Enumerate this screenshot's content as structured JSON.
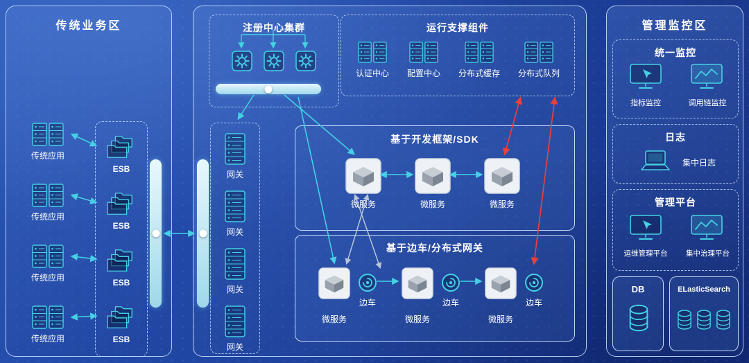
{
  "diagram": {
    "left": {
      "title": "传统业务区",
      "apps": [
        "传统应用",
        "传统应用",
        "传统应用",
        "传统应用"
      ],
      "esb": [
        "ESB",
        "ESB",
        "ESB",
        "ESB"
      ]
    },
    "center": {
      "registry_title": "注册中心集群",
      "support_title": "运行支撑组件",
      "support_items": [
        "认证中心",
        "配置中心",
        "分布式缓存",
        "分布式队列"
      ],
      "gateways": [
        "网关",
        "网关",
        "网关",
        "网关"
      ],
      "sdk_title": "基于开发框架/SDK",
      "sdk_services": [
        "微服务",
        "微服务",
        "微服务"
      ],
      "sidecar_title": "基于边车/分布式网关",
      "sidecar_services": [
        "微服务",
        "微服务",
        "微服务"
      ],
      "sidecar_labels": [
        "边车",
        "边车",
        "边车"
      ]
    },
    "right": {
      "title": "管理监控区",
      "monitor_title": "统一监控",
      "monitor_items": [
        "指标监控",
        "调用链监控"
      ],
      "log_title": "日志",
      "log_item": "集中日志",
      "platform_title": "管理平台",
      "platform_items": [
        "运维管理平台",
        "集中治理平台"
      ],
      "db_label": "DB",
      "es_label": "ELasticSearch"
    },
    "icons": {
      "traditional_app": "server-rack-icon",
      "esb": "folder-stack-icon",
      "registry_node": "gear-icon",
      "support_item": "server-rack-icon",
      "gateway": "gateway-server-icon",
      "microservice": "cube-icon",
      "sidecar": "swirl-icon",
      "metrics": "monitor-hand-icon",
      "tracing": "monitor-chart-icon",
      "log": "laptop-icon",
      "storage": "database-cylinder-icon"
    },
    "colors": {
      "accent_teal": "#45d0e4",
      "arrow_red": "#e8413c",
      "arrow_gray": "#b9c6d8",
      "panel_border": "#cde3ff",
      "bar_fill": "#bfe6f2",
      "background_blue": "#1c3d96"
    }
  }
}
